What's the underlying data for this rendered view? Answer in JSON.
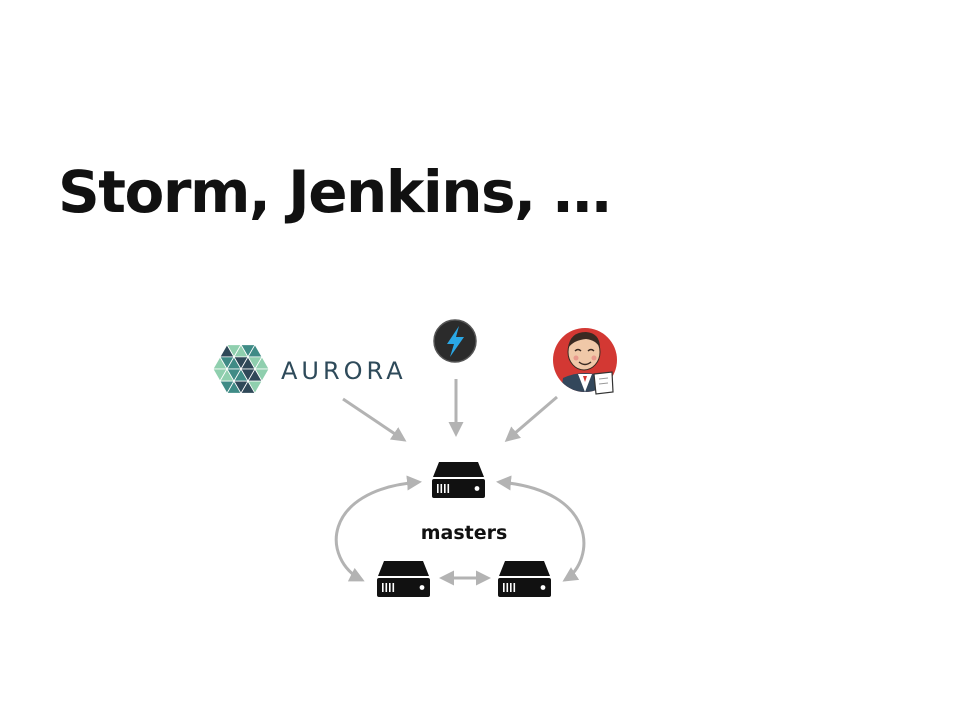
{
  "slide": {
    "title": "Storm, Jenkins, …"
  },
  "diagram": {
    "aurora_wordmark": "AURORA",
    "masters_label": "masters",
    "nodes": [
      {
        "name": "aurora-logo",
        "icon": "aurora-logo"
      },
      {
        "name": "storm-logo",
        "icon": "lightning-bolt-icon"
      },
      {
        "name": "jenkins-logo",
        "icon": "jenkins-butler-icon"
      },
      {
        "name": "master-server-top",
        "icon": "server-icon"
      },
      {
        "name": "master-server-left",
        "icon": "server-icon"
      },
      {
        "name": "master-server-right",
        "icon": "server-icon"
      }
    ],
    "colors": {
      "arrow": "#b3b3b3",
      "aurora_dark": "#2f4858",
      "aurora_teal": "#3f8b86",
      "aurora_light": "#8fcfae",
      "aurora_text": "#2e4a5a",
      "storm_dark": "#2b2b2b",
      "storm_bolt": "#2aa8e6",
      "jenkins_red": "#d33833",
      "server": "#111111"
    }
  }
}
